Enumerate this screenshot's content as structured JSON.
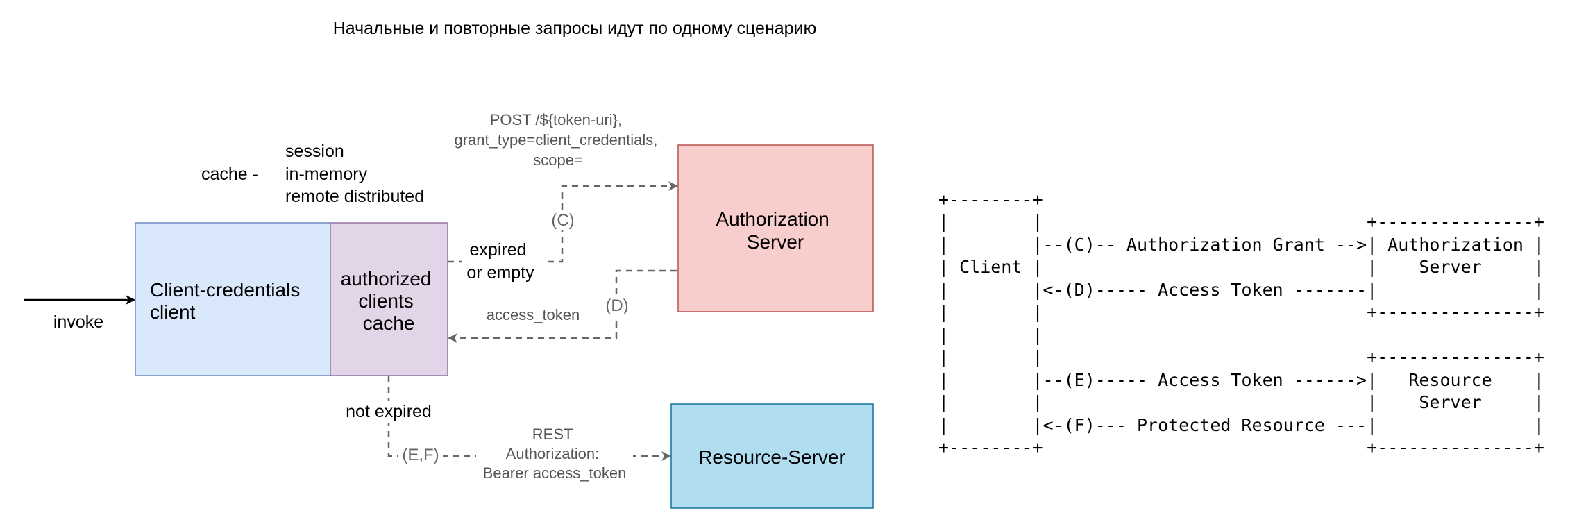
{
  "title": "Начальные и повторные запросы идут по одному сценарию",
  "colors": {
    "client": "#dae8fc",
    "client_border": "#6c8ebf",
    "cache": "#e1d5e7",
    "cache_border": "#9673a6",
    "auth": "#f8cecc",
    "auth_border": "#b85450",
    "resource": "#b1ddf0",
    "resource_border": "#10739e",
    "edge": "#666666",
    "edge_label": "#555555"
  },
  "left": {
    "invoke_label": "invoke",
    "client_label": [
      "Client-credentials",
      "client"
    ],
    "cache_label": [
      "authorized",
      "clients",
      "cache"
    ],
    "cache_prefix": "cache -",
    "cache_types": [
      "session",
      "in-memory",
      "remote distributed"
    ],
    "auth_label": [
      "Authorization",
      "Server"
    ],
    "resource_label": "Resource-Server",
    "post_label": [
      "POST /${token-uri},",
      "grant_type=client_credentials,",
      "scope="
    ],
    "step_c": "(C)",
    "step_d": "(D)",
    "step_ef": "(E,F)",
    "expired_label": [
      "expired",
      "or empty"
    ],
    "access_token_label": "access_token",
    "not_expired_label": "not expired",
    "rest_label": [
      "REST",
      "Authorization:",
      "Bearer access_token"
    ]
  },
  "right": {
    "lines": [
      "+--------+",
      "|        |                               +---------------+",
      "|        |--(C)-- Authorization Grant -->| Authorization |",
      "| Client |                               |    Server     |",
      "|        |<-(D)----- Access Token -------|               |",
      "|        |                               +---------------+",
      "|        |",
      "|        |                               +---------------+",
      "|        |--(E)----- Access Token ------>|   Resource    |",
      "|        |                               |    Server     |",
      "|        |<-(F)--- Protected Resource ---|               |",
      "+--------+                               +---------------+"
    ]
  }
}
